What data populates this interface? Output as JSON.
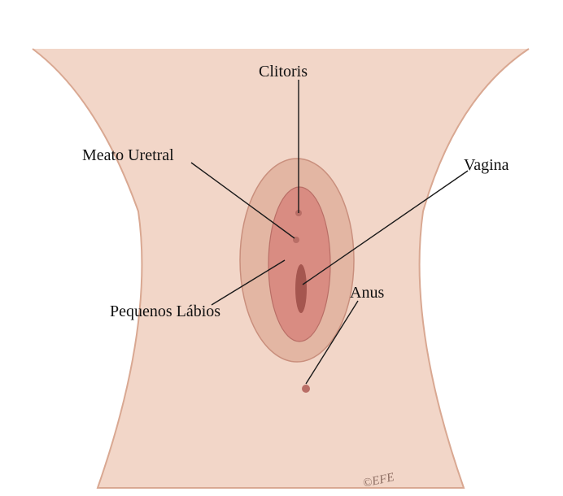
{
  "labels": {
    "clitoris": "Clitoris",
    "meato_uretral": "Meato Uretral",
    "vagina": "Vagina",
    "pequenos_labios": "Pequenos Lábios",
    "anus": "Anus"
  },
  "copyright": "©EFE",
  "colors": {
    "background": "#ffffff",
    "skin": "#f2d6c8",
    "skin_shade": "#e3b6a3",
    "inner": "#d98c82",
    "leader": "#1a1a1a"
  }
}
